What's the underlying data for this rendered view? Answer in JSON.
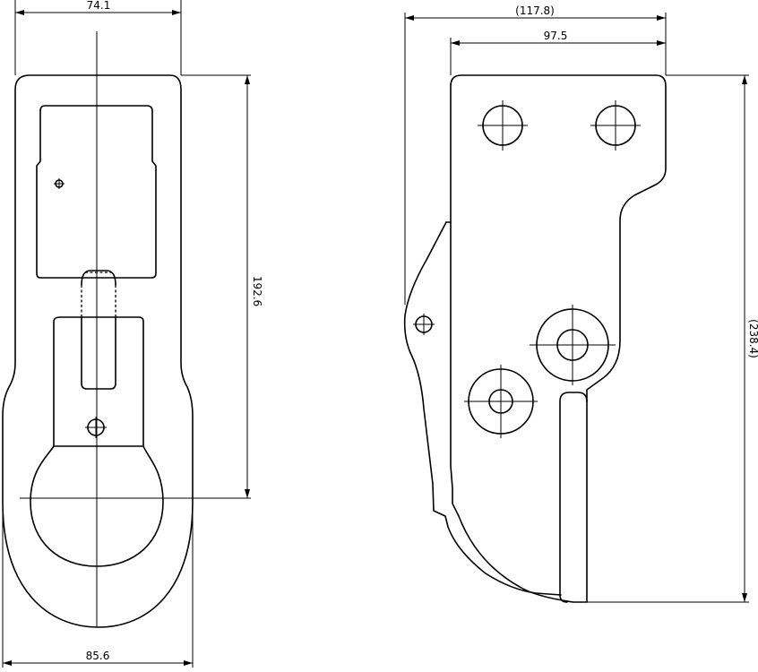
{
  "dimensions": {
    "left_view": {
      "top_width": "74.1",
      "bottom_width": "85.6",
      "height": "192.6"
    },
    "right_view": {
      "overall_width": "(117.8)",
      "plate_width": "97.5",
      "overall_height": "(238.4)"
    }
  }
}
